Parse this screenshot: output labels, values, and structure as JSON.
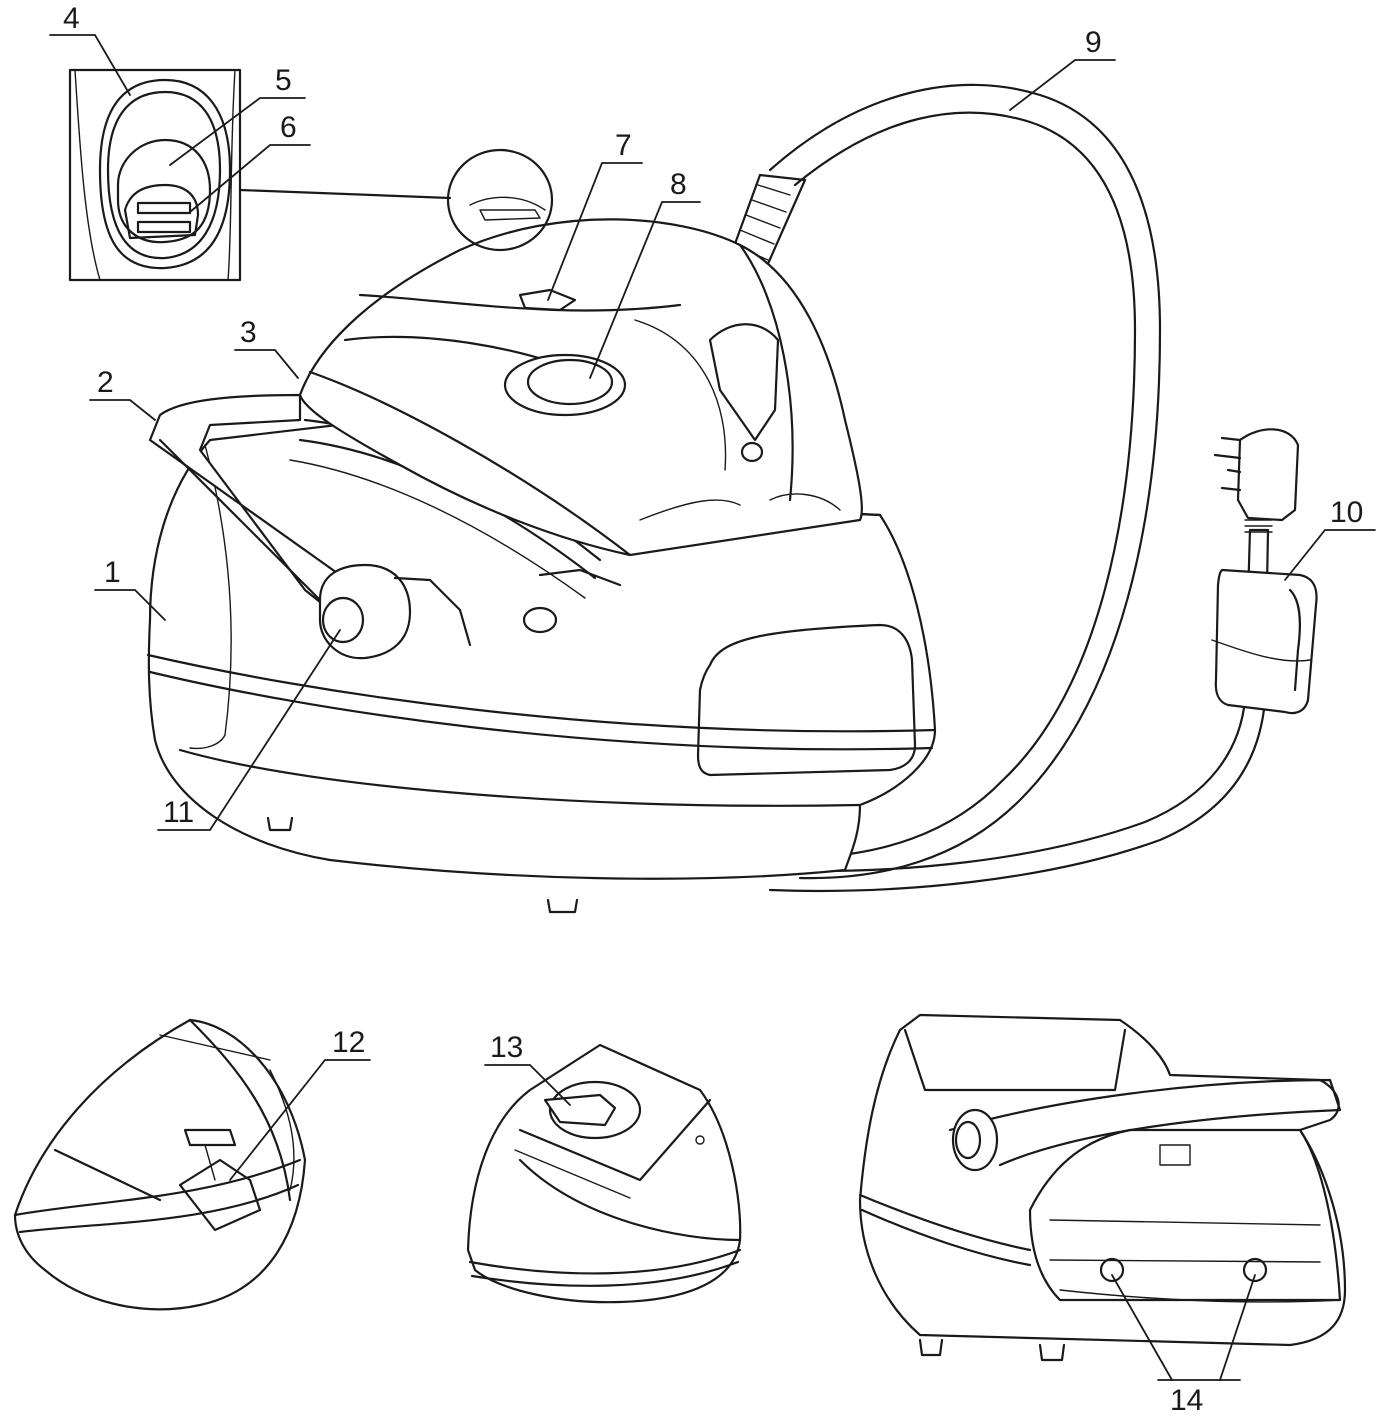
{
  "callouts": [
    {
      "id": "1",
      "label": "1"
    },
    {
      "id": "2",
      "label": "2"
    },
    {
      "id": "3",
      "label": "3"
    },
    {
      "id": "4",
      "label": "4"
    },
    {
      "id": "5",
      "label": "5"
    },
    {
      "id": "6",
      "label": "6"
    },
    {
      "id": "7",
      "label": "7"
    },
    {
      "id": "8",
      "label": "8"
    },
    {
      "id": "9",
      "label": "9"
    },
    {
      "id": "10",
      "label": "10"
    },
    {
      "id": "11",
      "label": "11"
    },
    {
      "id": "12",
      "label": "12"
    },
    {
      "id": "13",
      "label": "13"
    },
    {
      "id": "14",
      "label": "14"
    }
  ],
  "colors": {
    "line": "#1a1a1a",
    "background": "#ffffff"
  }
}
